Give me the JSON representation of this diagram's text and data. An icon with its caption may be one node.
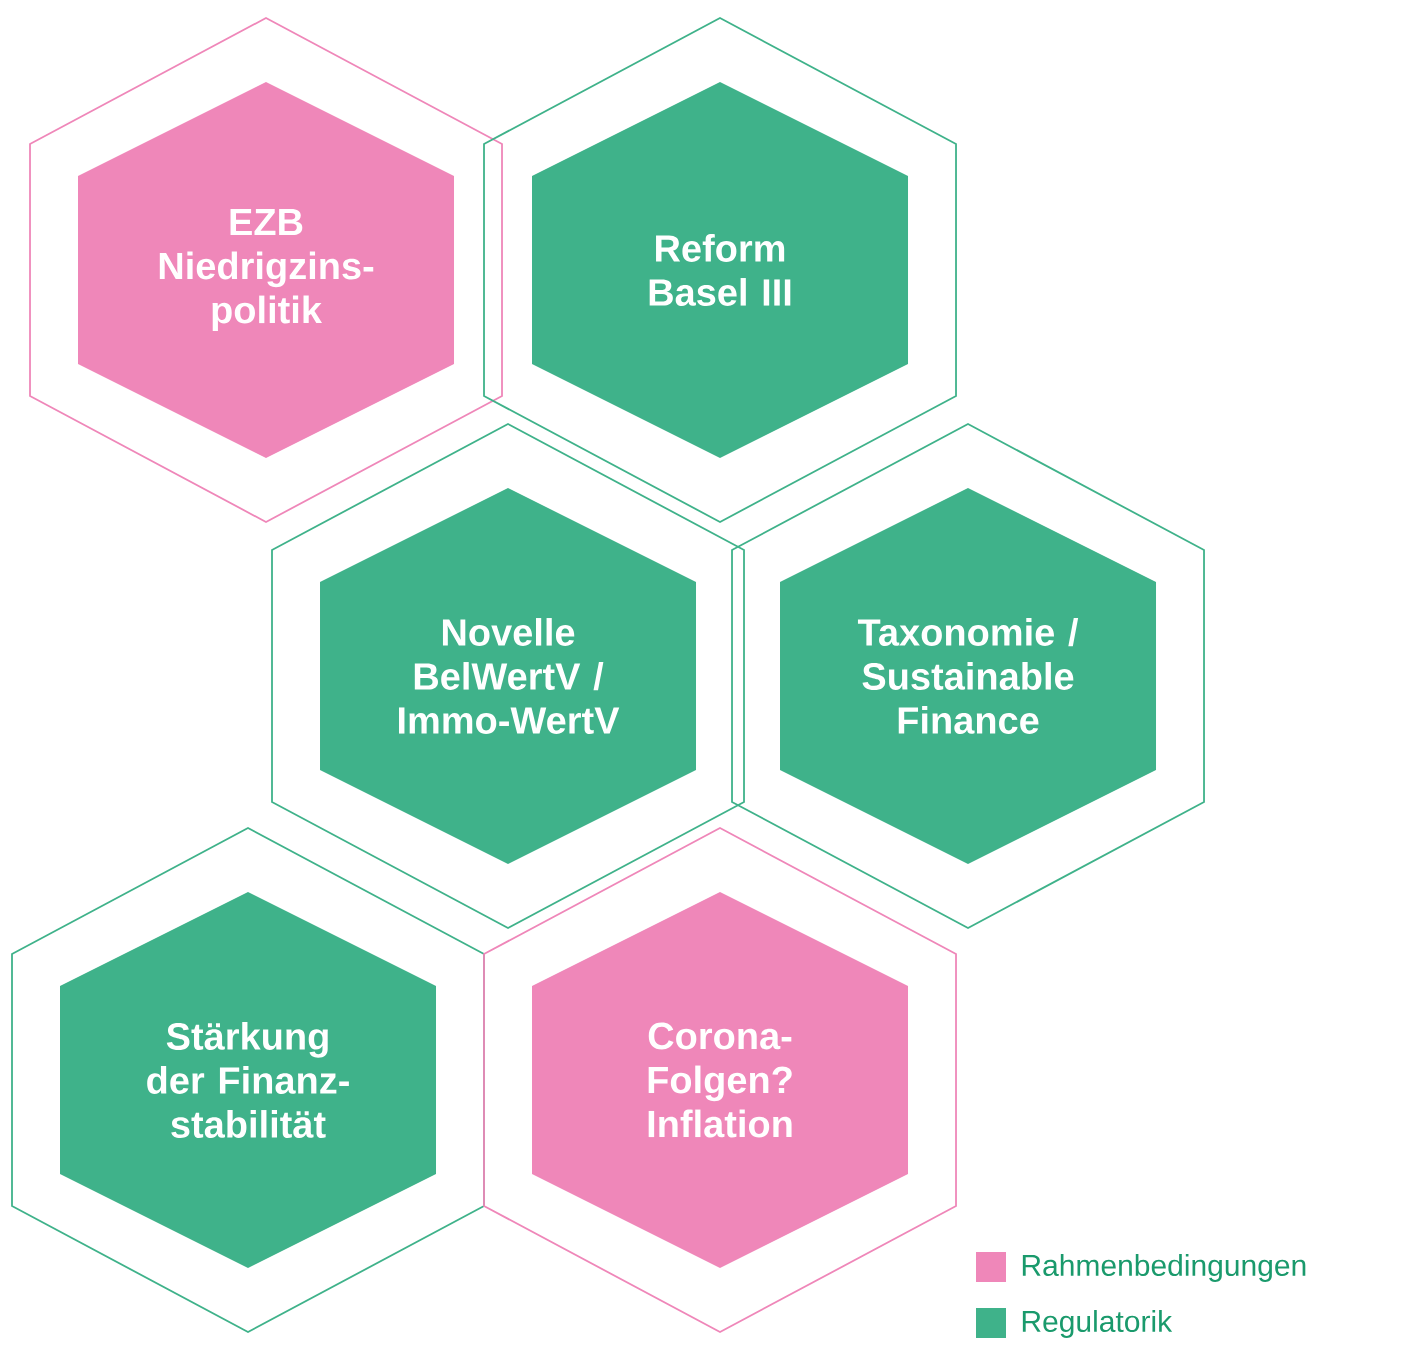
{
  "diagram": {
    "nodes": [
      {
        "text": [
          "EZB Niedrigzins-politik"
        ]
      },
      {
        "text": [
          "Reform Basel III"
        ]
      },
      {
        "text": [
          "Novelle BelWertV / Immo-WertV"
        ]
      },
      {
        "text": [
          "Taxonomie / Sustainable Finance"
        ]
      },
      {
        "text": [
          "Stärkung der Finanz-stabilität"
        ]
      },
      {
        "text": [
          "Corona-Folgen? Inflation"
        ]
      }
    ],
    "legend": [
      {
        "text": "Rahmenbedingungen",
        "color": "#ef87b9"
      },
      {
        "text": "Regulatorik",
        "color": "#3fb28a"
      }
    ]
  }
}
